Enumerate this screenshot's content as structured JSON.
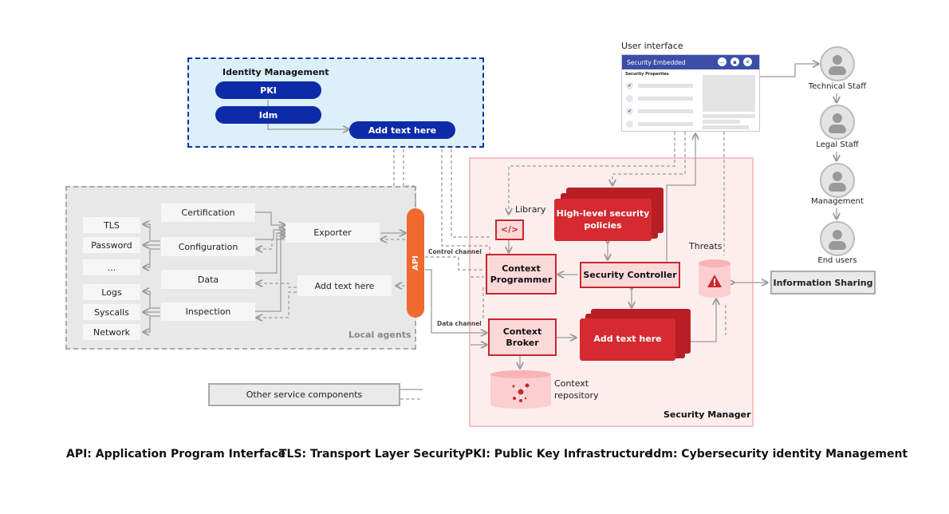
{
  "identity_management": {
    "title": "Identity Management",
    "items": [
      "PKI",
      "Idm"
    ],
    "target": "Add text here"
  },
  "user_interface": {
    "label": "User interface",
    "window_title": "Security Embedded",
    "section_label": "Security Properties",
    "buttons": [
      "minimize",
      "restore",
      "close"
    ]
  },
  "people": [
    {
      "label": "Technical Staff"
    },
    {
      "label": "Legal Staff"
    },
    {
      "label": "Management"
    },
    {
      "label": "End users"
    }
  ],
  "local_agents": {
    "label": "Local agents",
    "leaf_items": [
      "TLS",
      "Password",
      "...",
      "Logs",
      "Syscalls",
      "Network"
    ],
    "middle_items": [
      "Certification",
      "Configuration",
      "Data",
      "Inspection"
    ],
    "exporter": "Exporter",
    "add_text": "Add text here"
  },
  "api": {
    "label": "API"
  },
  "channels": {
    "control": "Control channel",
    "data": "Data channel"
  },
  "security_manager": {
    "label": "Security Manager",
    "library_label": "Library",
    "library_icon": "</>",
    "context_programmer": "Context Programmer",
    "high_level_policies": "High-level security policies",
    "security_controller": "Security Controller",
    "threats_label": "Threats",
    "context_broker": "Context Broker",
    "add_text": "Add text here",
    "context_repository": "Context repository"
  },
  "information_sharing": "Information Sharing",
  "other_components": "Other service components",
  "legend": [
    "API: Application Program Interface",
    "TLS: Transport Layer Security",
    "PKI: Public Key Infrastructure",
    "Idm: Cybersecurity identity Management"
  ],
  "colors": {
    "idm_blue": "#0d2ba8",
    "api_orange": "#f0692e",
    "security_red": "#d42a30",
    "manager_bg": "#fdeeee"
  }
}
